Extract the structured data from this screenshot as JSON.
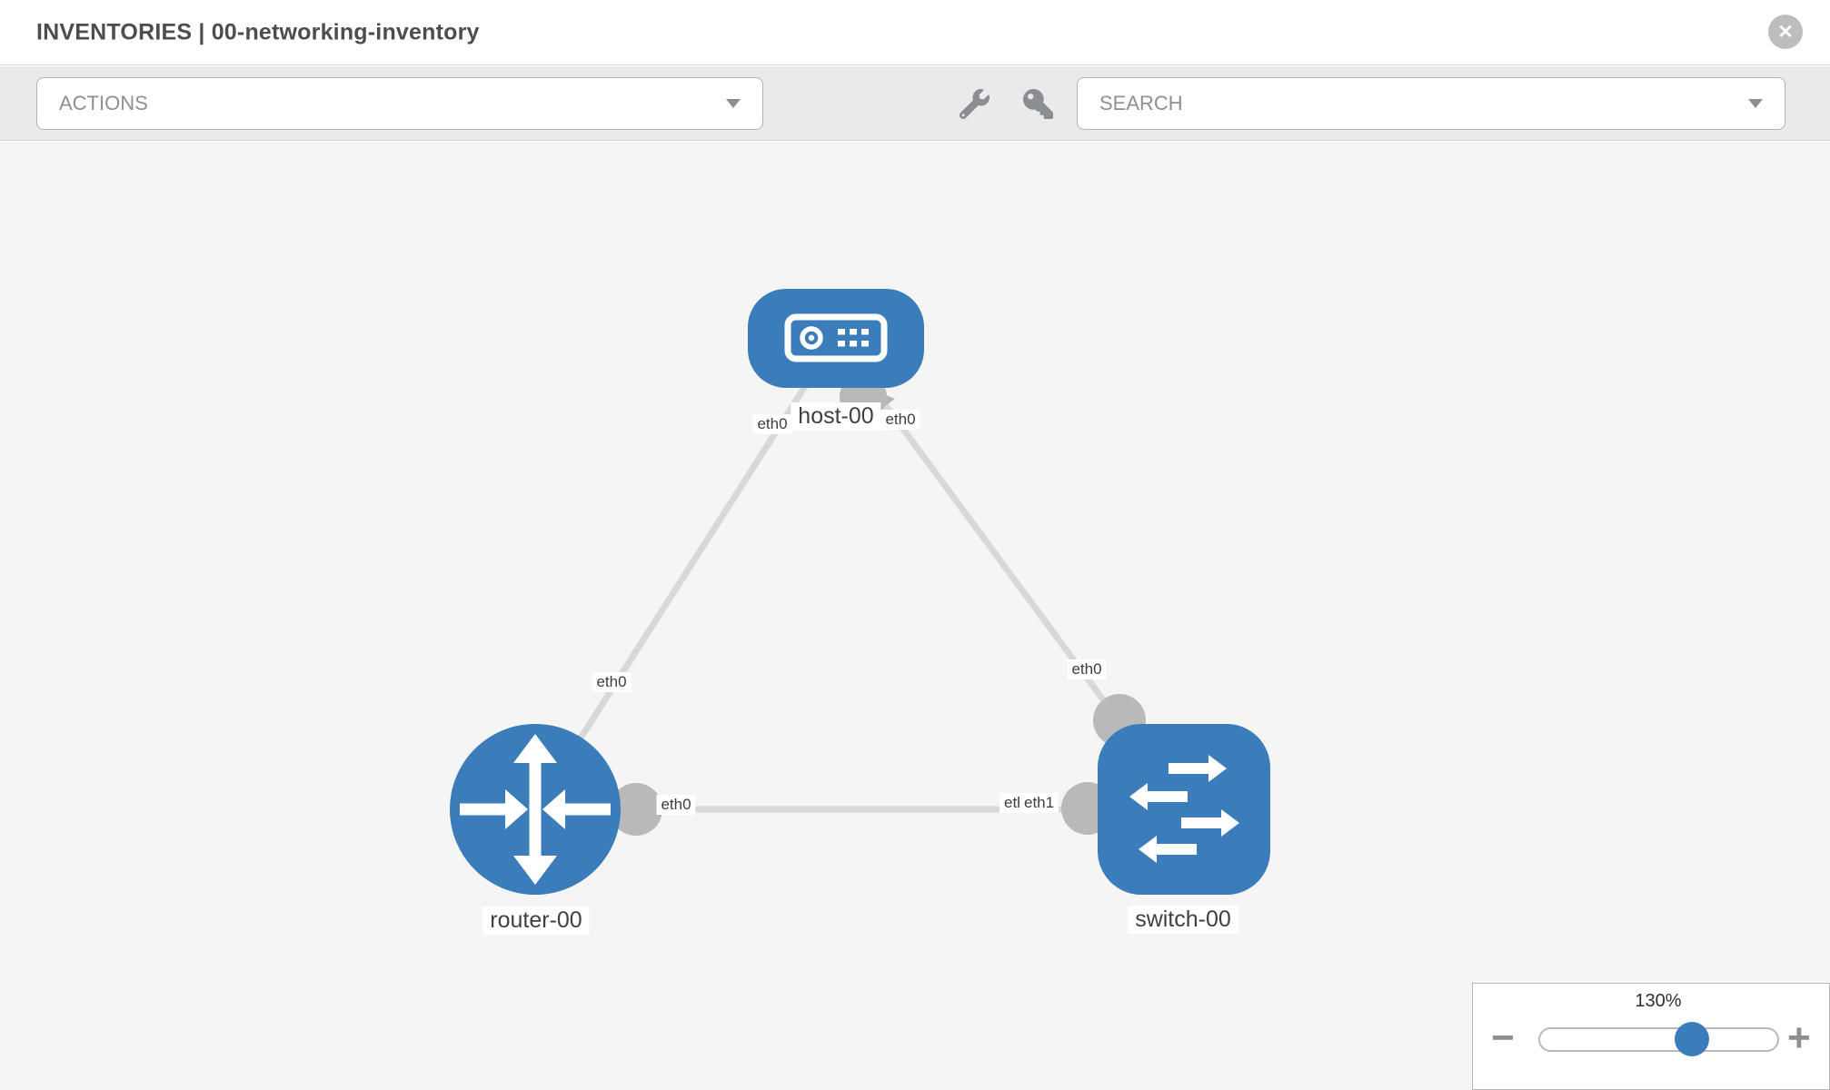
{
  "header": {
    "title": "INVENTORIES | 00-networking-inventory",
    "close_glyph": "✕"
  },
  "toolbar": {
    "actions_label": "ACTIONS",
    "search_label": "SEARCH",
    "icons": [
      "wrench-icon",
      "key-icon"
    ]
  },
  "diagram": {
    "nodes": [
      {
        "id": "host-00",
        "type": "host",
        "label": "host-00"
      },
      {
        "id": "router-00",
        "type": "router",
        "label": "router-00"
      },
      {
        "id": "switch-00",
        "type": "switch",
        "label": "switch-00"
      }
    ],
    "links": [
      {
        "source": "host-00",
        "source_interface": "eth0",
        "target": "router-00",
        "target_interface": "eth0"
      },
      {
        "source": "host-00",
        "source_interface": "eth0",
        "target": "switch-00",
        "target_interface": "eth0"
      },
      {
        "source": "router-00",
        "source_interface": "eth0",
        "target": "switch-00",
        "target_interface": "eth1"
      }
    ],
    "colors": {
      "node_fill": "#3b7cba",
      "link": "#d8d8d8",
      "port": "#b9b9b9",
      "canvas_bg": "#f5f5f5"
    }
  },
  "zoom_control": {
    "level": "130%",
    "minus_glyph": "−",
    "plus_glyph": "+"
  }
}
